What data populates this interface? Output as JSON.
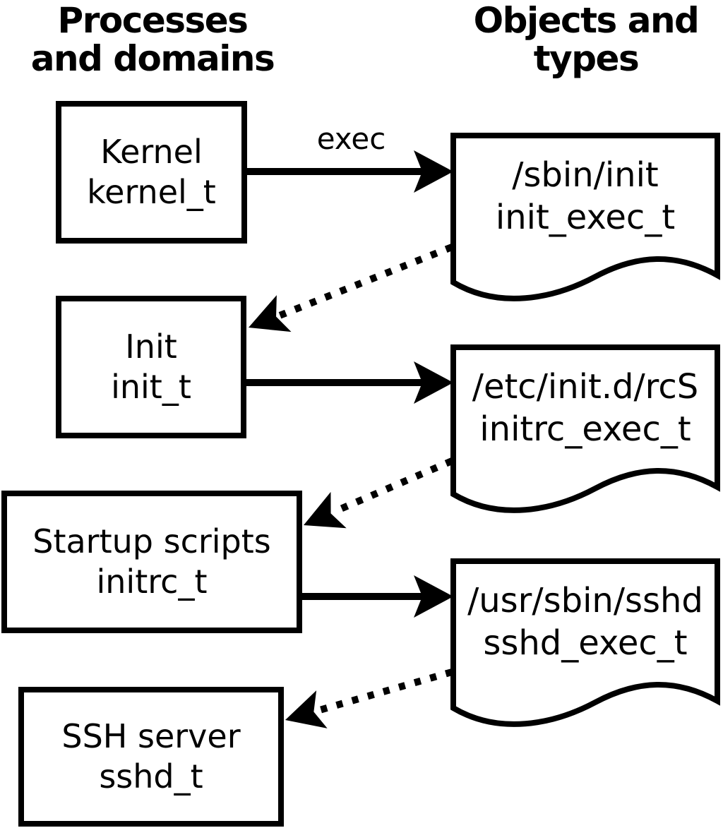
{
  "diagram": {
    "title_columns": {
      "left_header": "Processes\nand domains",
      "right_header": "Objects and\ntypes"
    },
    "processes": [
      {
        "name": "Kernel",
        "domain": "kernel_t"
      },
      {
        "name": "Init",
        "domain": "init_t"
      },
      {
        "name": "Startup scripts",
        "domain": "initrc_t"
      },
      {
        "name": "SSH server",
        "domain": "sshd_t"
      }
    ],
    "objects": [
      {
        "path": "/sbin/init",
        "type": "init_exec_t"
      },
      {
        "path": "/etc/init.d/rcS",
        "type": "initrc_exec_t"
      },
      {
        "path": "/usr/sbin/sshd",
        "type": "sshd_exec_t"
      }
    ],
    "edges": {
      "exec_label": "exec",
      "solid_arrows": [
        {
          "from": "Kernel (kernel_t)",
          "to": "/sbin/init (init_exec_t)",
          "style": "solid",
          "label": "exec"
        },
        {
          "from": "Init (init_t)",
          "to": "/etc/init.d/rcS (initrc_exec_t)",
          "style": "solid",
          "label": ""
        },
        {
          "from": "Startup scripts (initrc_t)",
          "to": "/usr/sbin/sshd (sshd_exec_t)",
          "style": "solid",
          "label": ""
        }
      ],
      "dotted_arrows": [
        {
          "from": "/sbin/init (init_exec_t)",
          "to": "Init (init_t)",
          "style": "dotted"
        },
        {
          "from": "/etc/init.d/rcS (initrc_exec_t)",
          "to": "Startup scripts (initrc_t)",
          "style": "dotted"
        },
        {
          "from": "/usr/sbin/sshd (sshd_exec_t)",
          "to": "SSH server (sshd_t)",
          "style": "dotted"
        }
      ]
    },
    "colors": {
      "ink": "#000000",
      "background": "#ffffff"
    }
  }
}
